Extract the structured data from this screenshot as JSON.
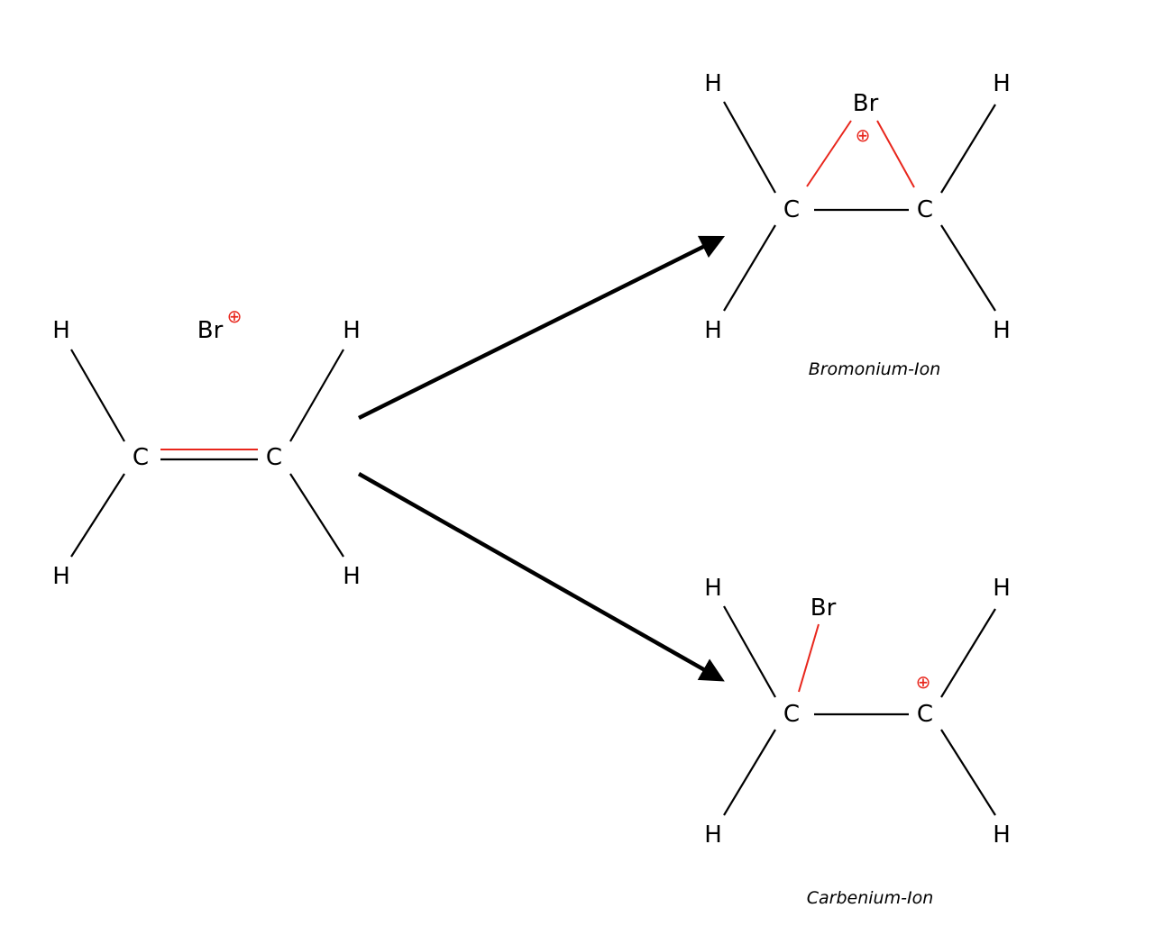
{
  "colors": {
    "bond": "#000000",
    "highlight": "#e8261c"
  },
  "reactant": {
    "atoms": {
      "h1": "H",
      "h2": "H",
      "h3": "H",
      "h4": "H",
      "c1": "C",
      "c2": "C",
      "br": "Br"
    },
    "charge": "⊕"
  },
  "bromonium": {
    "atoms": {
      "h1": "H",
      "h2": "H",
      "h3": "H",
      "h4": "H",
      "c1": "C",
      "c2": "C",
      "br": "Br"
    },
    "charge": "⊕",
    "label": "Bromonium-Ion"
  },
  "carbenium": {
    "atoms": {
      "h1": "H",
      "h2": "H",
      "h3": "H",
      "h4": "H",
      "c1": "C",
      "c2": "C",
      "br": "Br"
    },
    "charge": "⊕",
    "label": "Carbenium-Ion"
  }
}
